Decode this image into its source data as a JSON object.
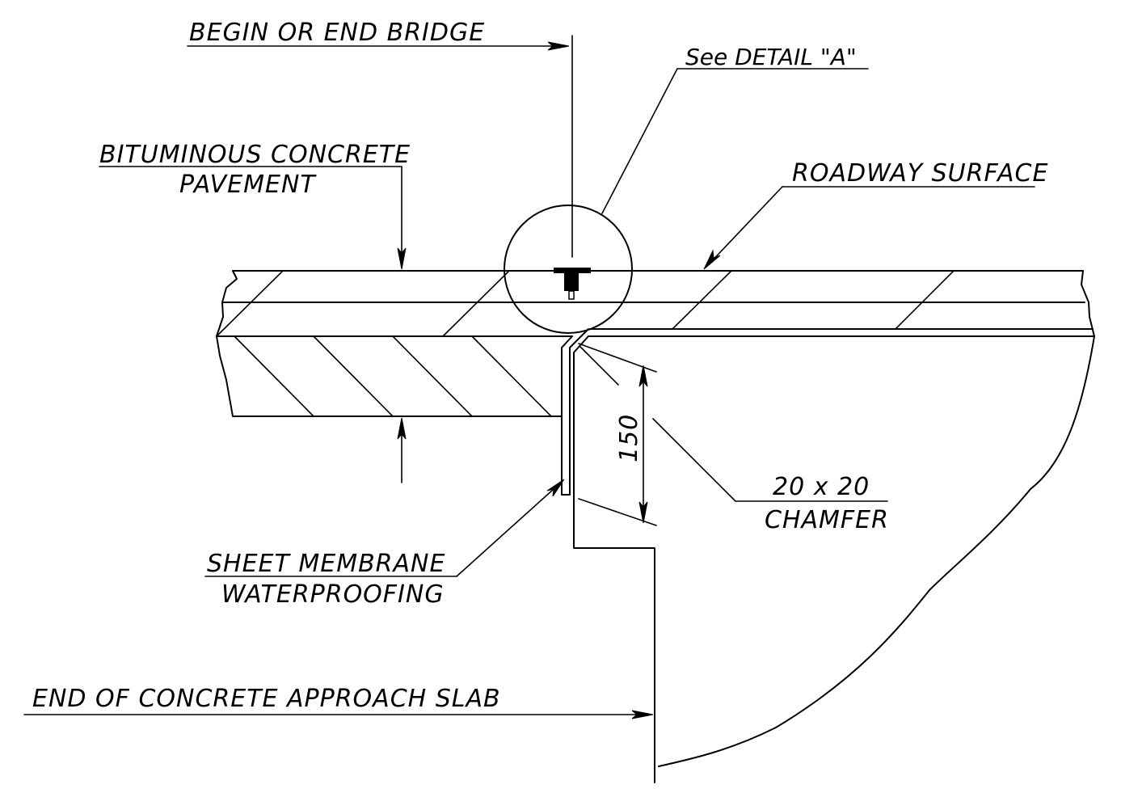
{
  "labels": {
    "begin_end_bridge": "BEGIN OR END BRIDGE",
    "see_detail": "See DETAIL \"A\"",
    "bituminous_line1": "BITUMINOUS CONCRETE",
    "bituminous_line2": "PAVEMENT",
    "roadway_surface": "ROADWAY SURFACE",
    "dimension_150": "150",
    "chamfer_line1": "20 x 20",
    "chamfer_line2": "CHAMFER",
    "membrane_line1": "SHEET MEMBRANE",
    "membrane_line2": "WATERPROOFING",
    "end_slab": "END OF CONCRETE APPROACH SLAB"
  }
}
